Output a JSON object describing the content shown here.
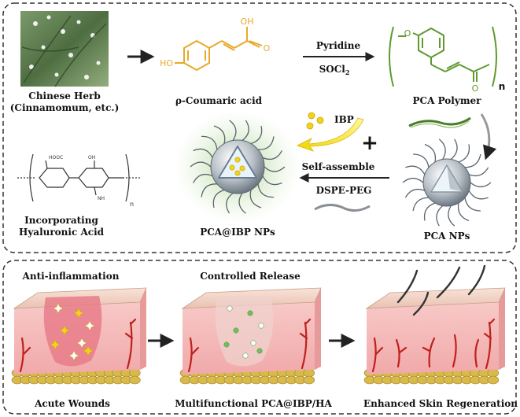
{
  "top_panel": {
    "herb_label": [
      "Chinese Herb",
      "(Cinnamomum, etc.)"
    ],
    "coumaric_label": "ρ-Coumaric acid",
    "coumaric_oh_left": "HO",
    "coumaric_oh_right": "OH",
    "coumaric_o": "O",
    "reaction_top": "Pyridine",
    "reaction_bottom_main": "SOCl",
    "reaction_bottom_sub": "2",
    "polymer_label": "PCA Polymer",
    "polymer_o_left": "O",
    "polymer_o_right": "O",
    "polymer_n": "n",
    "ibp_label": "IBP",
    "plus_sign": "+",
    "self_assemble": "Self-assemble",
    "dspe_peg": "DSPE-PEG",
    "ha_label": [
      "Incorporating",
      "Hyaluronic Acid"
    ],
    "ha_n": "n",
    "pca_ibp_np_label": "PCA@IBP NPs",
    "pca_np_label": "PCA NPs"
  },
  "bottom_panel": {
    "stage1_title": "Anti-inflammation",
    "stage2_title": "Controlled Release",
    "stage1_label": "Acute Wounds",
    "stage2_label": "Multifunctional PCA@IBP/HA",
    "stage3_label": "Enhanced Skin Regeneration"
  },
  "colors": {
    "coumaric": "#e8a92a",
    "polymer": "#5e9a2e",
    "ibp": "#f2d21c",
    "panel_border": "#333333",
    "skin_pink": "#f3b8b8",
    "vessel_red": "#c0201c",
    "fat_yellow": "#d8b94a"
  }
}
